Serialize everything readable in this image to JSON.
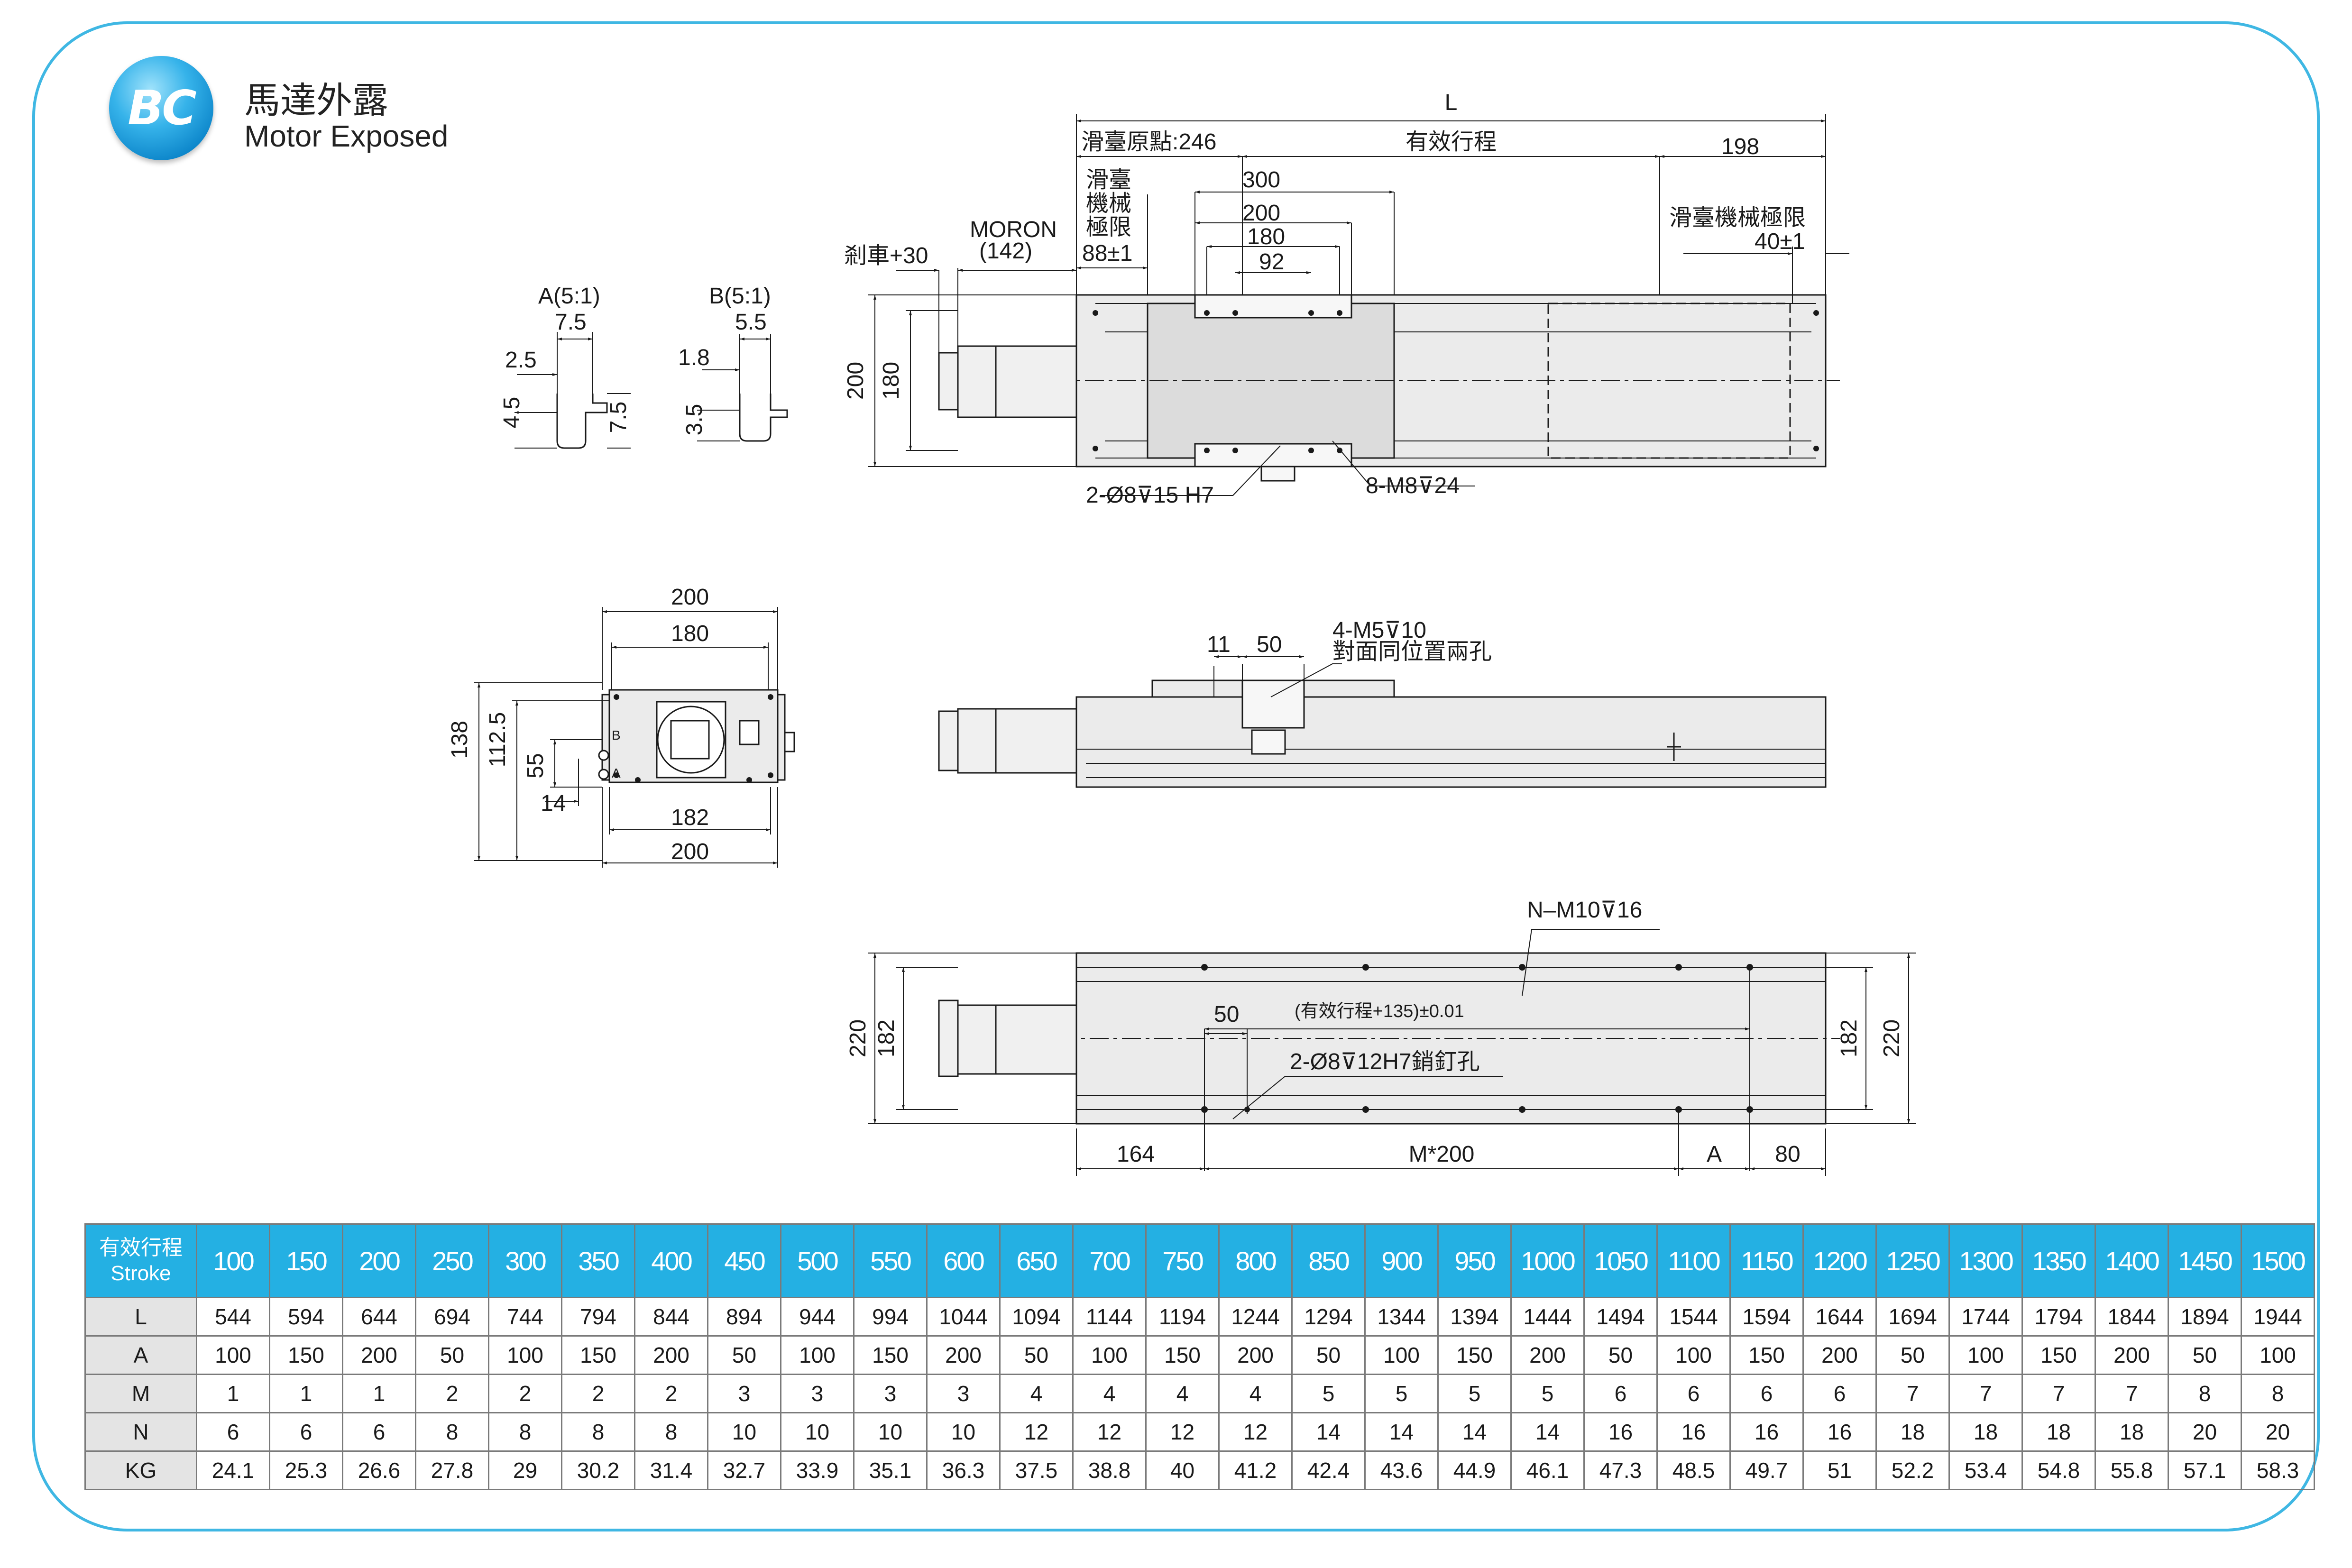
{
  "header": {
    "badge": "BC",
    "title_cn": "馬達外露",
    "title_en": "Motor Exposed"
  },
  "colors": {
    "accent": "#24b0e3",
    "frame": "#3fb7e3",
    "part_fill": "#e9e9e9",
    "line": "#1a1a1a"
  },
  "top_view": {
    "L": "L",
    "slider_origin": "滑臺原點:246",
    "effective_stroke": "有效行程",
    "d198": "198",
    "mech_limit_a": "滑臺",
    "mech_limit_b": "機械",
    "mech_limit_c": "極限",
    "d88": "88±1",
    "moron": "MORON",
    "d142": "(142)",
    "brake": "剎車+30",
    "d300": "300",
    "d200": "200",
    "d180": "180",
    "d92": "92",
    "limit_right": "滑臺機械極限",
    "d40": "40±1",
    "h200": "200",
    "h180": "180",
    "pin_note": "2-Ø8⊽15 H7",
    "thread_note": "8-M8⊽24"
  },
  "details": {
    "a_title": "A(5:1)",
    "a_w": "7.5",
    "a_d1": "2.5",
    "a_h1": "4.5",
    "a_h2": "7.5",
    "b_title": "B(5:1)",
    "b_w": "5.5",
    "b_d1": "1.8",
    "b_h1": "3.5"
  },
  "end_view": {
    "w200_top": "200",
    "w180": "180",
    "h138": "138",
    "h112": "112.5",
    "h55": "55",
    "w14": "14",
    "w182": "182",
    "w200_bot": "200",
    "label_b": "B",
    "label_a": "A"
  },
  "side_view": {
    "d11": "11",
    "d50": "50",
    "note1": "4-M5⊽10",
    "note2": "對面同位置兩孔"
  },
  "bottom_view": {
    "thread_note": "N–M10⊽16",
    "d50": "50",
    "stroke_formula": "(有效行程+135)±0.01",
    "pin_note": "2-Ø8⊽12H7銷釘孔",
    "h220_left": "220",
    "h182_left": "182",
    "h182_right": "182",
    "h220_right": "220",
    "d164": "164",
    "m200": "M*200",
    "a": "A",
    "d80": "80"
  },
  "spec_table": {
    "header_cn": "有效行程",
    "header_en": "Stroke",
    "strokes": [
      "100",
      "150",
      "200",
      "250",
      "300",
      "350",
      "400",
      "450",
      "500",
      "550",
      "600",
      "650",
      "700",
      "750",
      "800",
      "850",
      "900",
      "950",
      "1000",
      "1050",
      "1100",
      "1150",
      "1200",
      "1250",
      "1300",
      "1350",
      "1400",
      "1450",
      "1500"
    ],
    "rows": [
      {
        "label": "L",
        "values": [
          "544",
          "594",
          "644",
          "694",
          "744",
          "794",
          "844",
          "894",
          "944",
          "994",
          "1044",
          "1094",
          "1144",
          "1194",
          "1244",
          "1294",
          "1344",
          "1394",
          "1444",
          "1494",
          "1544",
          "1594",
          "1644",
          "1694",
          "1744",
          "1794",
          "1844",
          "1894",
          "1944"
        ]
      },
      {
        "label": "A",
        "values": [
          "100",
          "150",
          "200",
          "50",
          "100",
          "150",
          "200",
          "50",
          "100",
          "150",
          "200",
          "50",
          "100",
          "150",
          "200",
          "50",
          "100",
          "150",
          "200",
          "50",
          "100",
          "150",
          "200",
          "50",
          "100",
          "150",
          "200",
          "50",
          "100"
        ]
      },
      {
        "label": "M",
        "values": [
          "1",
          "1",
          "1",
          "2",
          "2",
          "2",
          "2",
          "3",
          "3",
          "3",
          "3",
          "4",
          "4",
          "4",
          "4",
          "5",
          "5",
          "5",
          "5",
          "6",
          "6",
          "6",
          "6",
          "7",
          "7",
          "7",
          "7",
          "8",
          "8"
        ]
      },
      {
        "label": "N",
        "values": [
          "6",
          "6",
          "6",
          "8",
          "8",
          "8",
          "8",
          "10",
          "10",
          "10",
          "10",
          "12",
          "12",
          "12",
          "12",
          "14",
          "14",
          "14",
          "14",
          "16",
          "16",
          "16",
          "16",
          "18",
          "18",
          "18",
          "18",
          "20",
          "20"
        ]
      },
      {
        "label": "KG",
        "values": [
          "24.1",
          "25.3",
          "26.6",
          "27.8",
          "29",
          "30.2",
          "31.4",
          "32.7",
          "33.9",
          "35.1",
          "36.3",
          "37.5",
          "38.8",
          "40",
          "41.2",
          "42.4",
          "43.6",
          "44.9",
          "46.1",
          "47.3",
          "48.5",
          "49.7",
          "51",
          "52.2",
          "53.4",
          "54.8",
          "55.8",
          "57.1",
          "58.3"
        ]
      }
    ]
  }
}
